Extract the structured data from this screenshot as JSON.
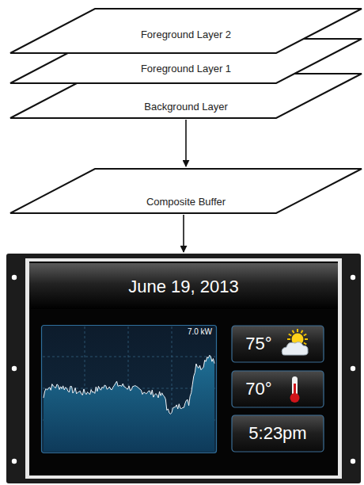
{
  "diagram": {
    "nodes": [
      {
        "text": [
          "Foreground Layer 2"
        ]
      },
      {
        "text": [
          "Foreground Layer 1"
        ]
      },
      {
        "text": [
          "Background Layer"
        ]
      },
      {
        "text": [
          "Composite Buffer"
        ]
      },
      {
        "text": [
          "June 19, 2013"
        ]
      },
      {
        "text": [
          "7.0 kW"
        ],
        "in": 4
      },
      {
        "text": [
          "75°"
        ],
        "in": 4
      },
      {
        "text": [
          "70°"
        ],
        "in": 4
      },
      {
        "text": [
          "5:23pm"
        ],
        "in": 4
      }
    ],
    "edges": [
      {
        "from": 2,
        "to": 3,
        "arrow": "to"
      },
      {
        "from": 3,
        "to": 4,
        "arrow": "to"
      }
    ]
  }
}
